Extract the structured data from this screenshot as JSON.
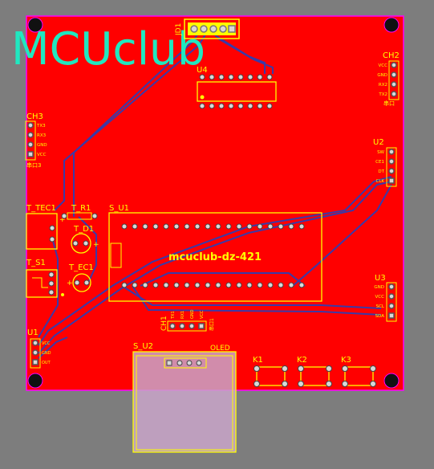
{
  "logo": "MCUclub",
  "board_text": "mcuclub-dz-421",
  "headers": {
    "jd1": "JD1",
    "u4": "U4",
    "ch2": {
      "ref": "CH2",
      "pins": [
        "VCC",
        "GND",
        "RX2",
        "TX2"
      ],
      "sub": "串口"
    },
    "ch3": {
      "ref": "CH3",
      "pins": [
        "TX3",
        "RX3",
        "GND",
        "VCC"
      ],
      "sub": "串口3"
    },
    "u2": {
      "ref": "U2",
      "pins": [
        "SW",
        "CE1",
        "DT",
        "CLK"
      ]
    },
    "u3": {
      "ref": "U3",
      "pins": [
        "GND",
        "VCC",
        "SCL",
        "SDA"
      ]
    },
    "u1": {
      "ref": "U1",
      "pins": [
        "VCC",
        "GND",
        "OUT"
      ]
    },
    "ch1": {
      "ref": "CH1",
      "pins": [
        "TX1",
        "RX1",
        "GND",
        "VCC"
      ],
      "sub": "串口1"
    }
  },
  "parts": {
    "t_tec1": "T_TEC1",
    "t_r1": "T_R1",
    "t_d1": "T_D1",
    "t_s1": "T_S1",
    "t_ec1": "T_EC1",
    "s_u1": "S_U1",
    "s_u2": "S_U2",
    "oled": "OLED",
    "k1": "K1",
    "k2": "K2",
    "k3": "K3"
  },
  "colors": {
    "copper": "#ff0000",
    "pcb_bg": "#7d7d7d",
    "trace": "#3a3aa8",
    "silk": "#ffff00",
    "keepout": "#ff00ff",
    "logo": "#20e8c0"
  }
}
